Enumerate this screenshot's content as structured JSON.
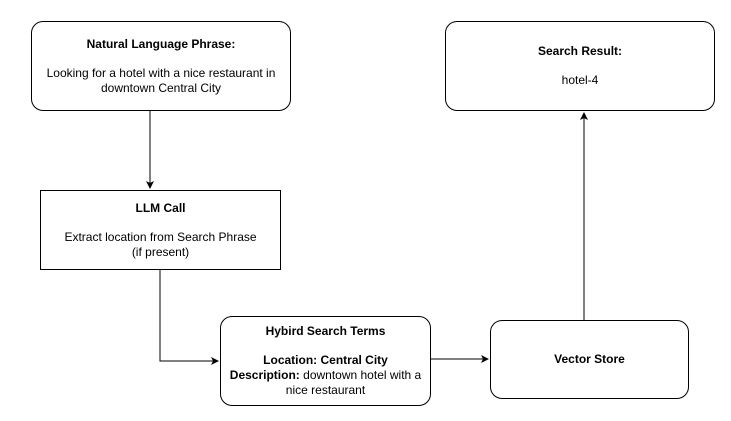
{
  "diagram": {
    "nodes": {
      "phrase": {
        "title": "Natural Language Phrase:",
        "text": "Looking for a hotel with a nice restaurant in downtown Central City"
      },
      "llm": {
        "title": "LLM Call",
        "text_line1": "Extract location from Search Phrase",
        "text_line2": "(if present)"
      },
      "hybrid": {
        "title": "Hybird Search Terms",
        "location_line": "Location: Central City",
        "description_label": "Description:",
        "description_value": "downtown hotel with a nice restaurant"
      },
      "vector": {
        "title": "Vector Store"
      },
      "result": {
        "title": "Search Result:",
        "value": "hotel-4"
      }
    },
    "edges": [
      {
        "from": "phrase",
        "to": "llm"
      },
      {
        "from": "llm",
        "to": "hybrid"
      },
      {
        "from": "hybrid",
        "to": "vector"
      },
      {
        "from": "vector",
        "to": "result"
      }
    ],
    "colors": {
      "stroke": "#000000",
      "fill": "#ffffff",
      "text": "#000000"
    }
  }
}
